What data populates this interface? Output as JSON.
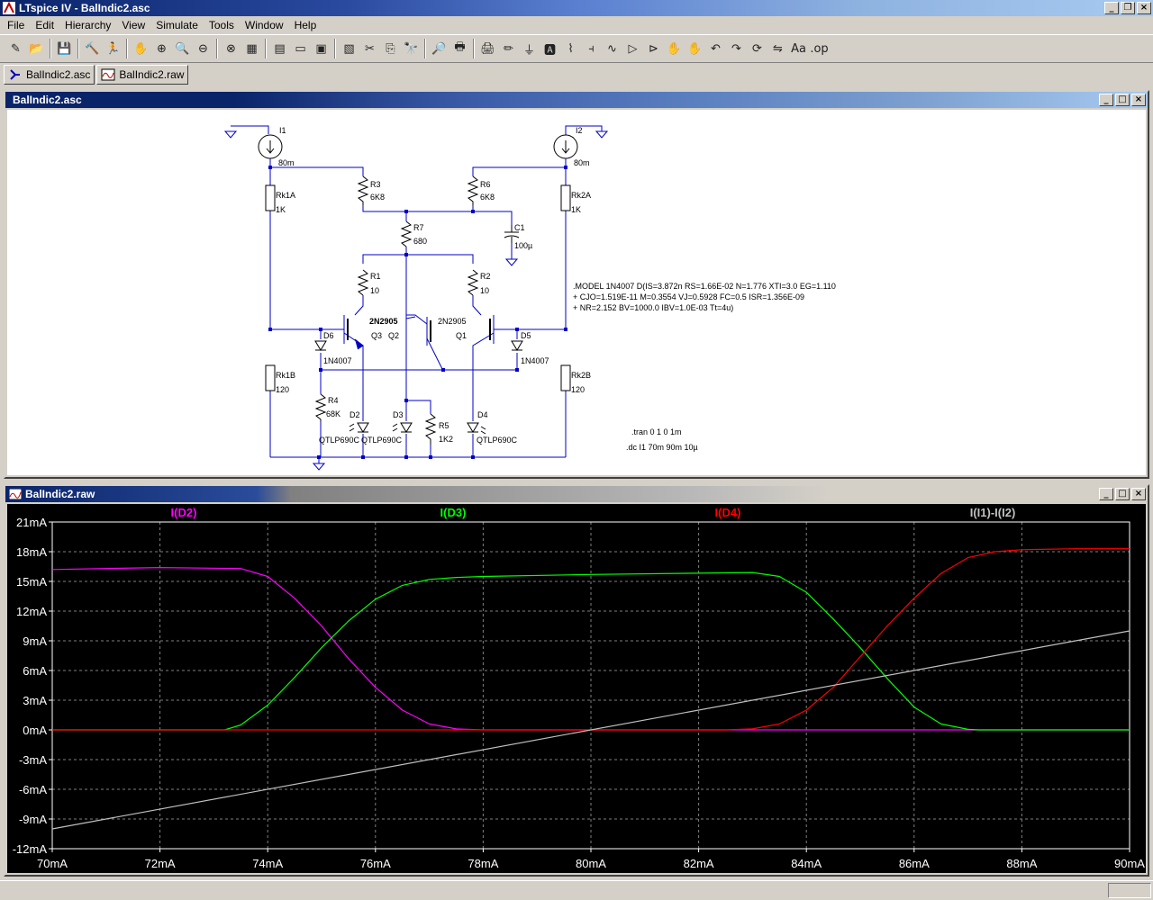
{
  "app": {
    "title": "LTspice IV - BalIndic2.asc"
  },
  "menu": [
    "File",
    "Edit",
    "Hierarchy",
    "View",
    "Simulate",
    "Tools",
    "Window",
    "Help"
  ],
  "toolbar": {
    "buttons": [
      "new-schematic",
      "open",
      "save",
      "control-panel",
      "run",
      "halt",
      "zoom-in",
      "pan",
      "zoom-out",
      "zoom-cancel",
      "autorange",
      "tile",
      "cascade-h",
      "cascade-v",
      "close-all",
      "cut",
      "copy",
      "find",
      "binoculars",
      "print-preview",
      "print",
      "wire",
      "ground",
      "label",
      "resistor",
      "capacitor",
      "inductor",
      "diode",
      "component",
      "move",
      "drag",
      "undo",
      "redo",
      "rotate",
      "mirror",
      "text",
      "spice-directive"
    ],
    "glyphs": [
      "✎",
      "📂",
      "💾",
      "🔨",
      "🏃",
      "✋",
      "⊕",
      "🔍",
      "⊖",
      "⊗",
      "▦",
      "▤",
      "▭",
      "▣",
      "▧",
      "✂",
      "⎘",
      "🔭",
      "🔎",
      "🖶",
      "🖨",
      "✏",
      "⏚",
      "🅰",
      "⌇",
      "⫞",
      "∿",
      "▷",
      "⊳",
      "✋",
      "✋",
      "↶",
      "↷",
      "⟳",
      "⇋",
      "Aa",
      ".op"
    ]
  },
  "tabs": [
    {
      "label": "BalIndic2.asc",
      "icon": "schematic-icon"
    },
    {
      "label": "BalIndic2.raw",
      "icon": "waveform-icon"
    }
  ],
  "schematic": {
    "title": "BalIndic2.asc",
    "components": {
      "I1": "I1",
      "I1v": "80m",
      "I2": "I2",
      "I2v": "80m",
      "R3": "R3",
      "R3v": "6K8",
      "R6": "R6",
      "R6v": "6K8",
      "Rk1A": "Rk1A",
      "Rk1Av": "1K",
      "Rk2A": "Rk2A",
      "Rk2Av": "1K",
      "R7": "R7",
      "R7v": "680",
      "C1": "C1",
      "C1v": "100µ",
      "R1": "R1",
      "R1v": "10",
      "R2": "R2",
      "R2v": "10",
      "Qpart1": "2N2905",
      "Qpart2": "2N2905",
      "Q3": "Q3",
      "Q2": "Q2",
      "Q1": "Q1",
      "D6": "D6",
      "D6v": "1N4007",
      "D5": "D5",
      "D5v": "1N4007",
      "Rk1B": "Rk1B",
      "Rk1Bv": "120",
      "Rk2B": "Rk2B",
      "Rk2Bv": "120",
      "R4": "R4",
      "R4v": "68K",
      "R5": "R5",
      "R5v": "1K2",
      "D2": "D2",
      "D3": "D3",
      "D4": "D4",
      "LED1": "QTLP690C",
      "LED2": "QTLP690C",
      "LED3": "QTLP690C"
    },
    "model_lines": [
      ".MODEL  1N4007  D(IS=3.872n RS=1.66E-02 N=1.776 XTI=3.0 EG=1.110",
      "+ CJO=1.519E-11 M=0.3554 VJ=0.5928 FC=0.5 ISR=1.356E-09",
      "+ NR=2.152 BV=1000.0 IBV=1.0E-03 Tt=4u)"
    ],
    "directives": [
      ".tran 0 1 0 1m",
      ".dc I1 70m 90m 10µ"
    ]
  },
  "waveform": {
    "title": "BalIndic2.raw",
    "colors": {
      "D2": "#ff00ff",
      "D3": "#00ff00",
      "D4": "#ff0000",
      "diff": "#c0c0c0",
      "grid": "#808080",
      "axis": "#ffffff"
    }
  },
  "chart_data": {
    "type": "line",
    "title": "",
    "xlabel": "",
    "ylabel": "",
    "x_ticks": [
      "70mA",
      "72mA",
      "74mA",
      "76mA",
      "78mA",
      "80mA",
      "82mA",
      "84mA",
      "86mA",
      "88mA",
      "90mA"
    ],
    "y_ticks": [
      "21mA",
      "18mA",
      "15mA",
      "12mA",
      "9mA",
      "6mA",
      "3mA",
      "0mA",
      "-3mA",
      "-6mA",
      "-9mA",
      "-12mA"
    ],
    "xlim": [
      70,
      90
    ],
    "ylim": [
      -12,
      21
    ],
    "grid": true,
    "legend": "top",
    "series": [
      {
        "name": "I(D2)",
        "x": [
          70,
          72,
          73.5,
          74,
          74.5,
          75,
          75.5,
          76,
          76.5,
          77,
          77.5,
          78,
          80,
          90
        ],
        "values": [
          16.2,
          16.4,
          16.3,
          15.5,
          13.3,
          10.5,
          7.2,
          4.3,
          2.0,
          0.6,
          0.1,
          0,
          0,
          0
        ]
      },
      {
        "name": "I(D3)",
        "x": [
          70,
          73.2,
          73.5,
          74,
          74.5,
          75,
          75.5,
          76,
          76.5,
          77,
          77.5,
          78,
          80,
          83,
          83.5,
          84,
          84.5,
          85,
          85.5,
          86,
          86.5,
          87,
          87.2,
          90
        ],
        "values": [
          0,
          0,
          0.5,
          2.5,
          5.3,
          8.3,
          11.0,
          13.2,
          14.6,
          15.2,
          15.4,
          15.5,
          15.7,
          15.9,
          15.5,
          13.9,
          11.2,
          8.3,
          5.2,
          2.3,
          0.6,
          0.05,
          0,
          0
        ]
      },
      {
        "name": "I(D4)",
        "x": [
          70,
          82.5,
          83,
          83.5,
          84,
          84.5,
          85,
          85.5,
          86,
          86.5,
          87,
          87.5,
          88,
          89,
          90
        ],
        "values": [
          0,
          0,
          0.1,
          0.6,
          2.0,
          4.3,
          7.4,
          10.5,
          13.3,
          15.8,
          17.4,
          18.0,
          18.2,
          18.3,
          18.3
        ]
      },
      {
        "name": "I(I1)-I(I2)",
        "x": [
          70,
          90
        ],
        "values": [
          -10,
          10
        ]
      }
    ]
  }
}
